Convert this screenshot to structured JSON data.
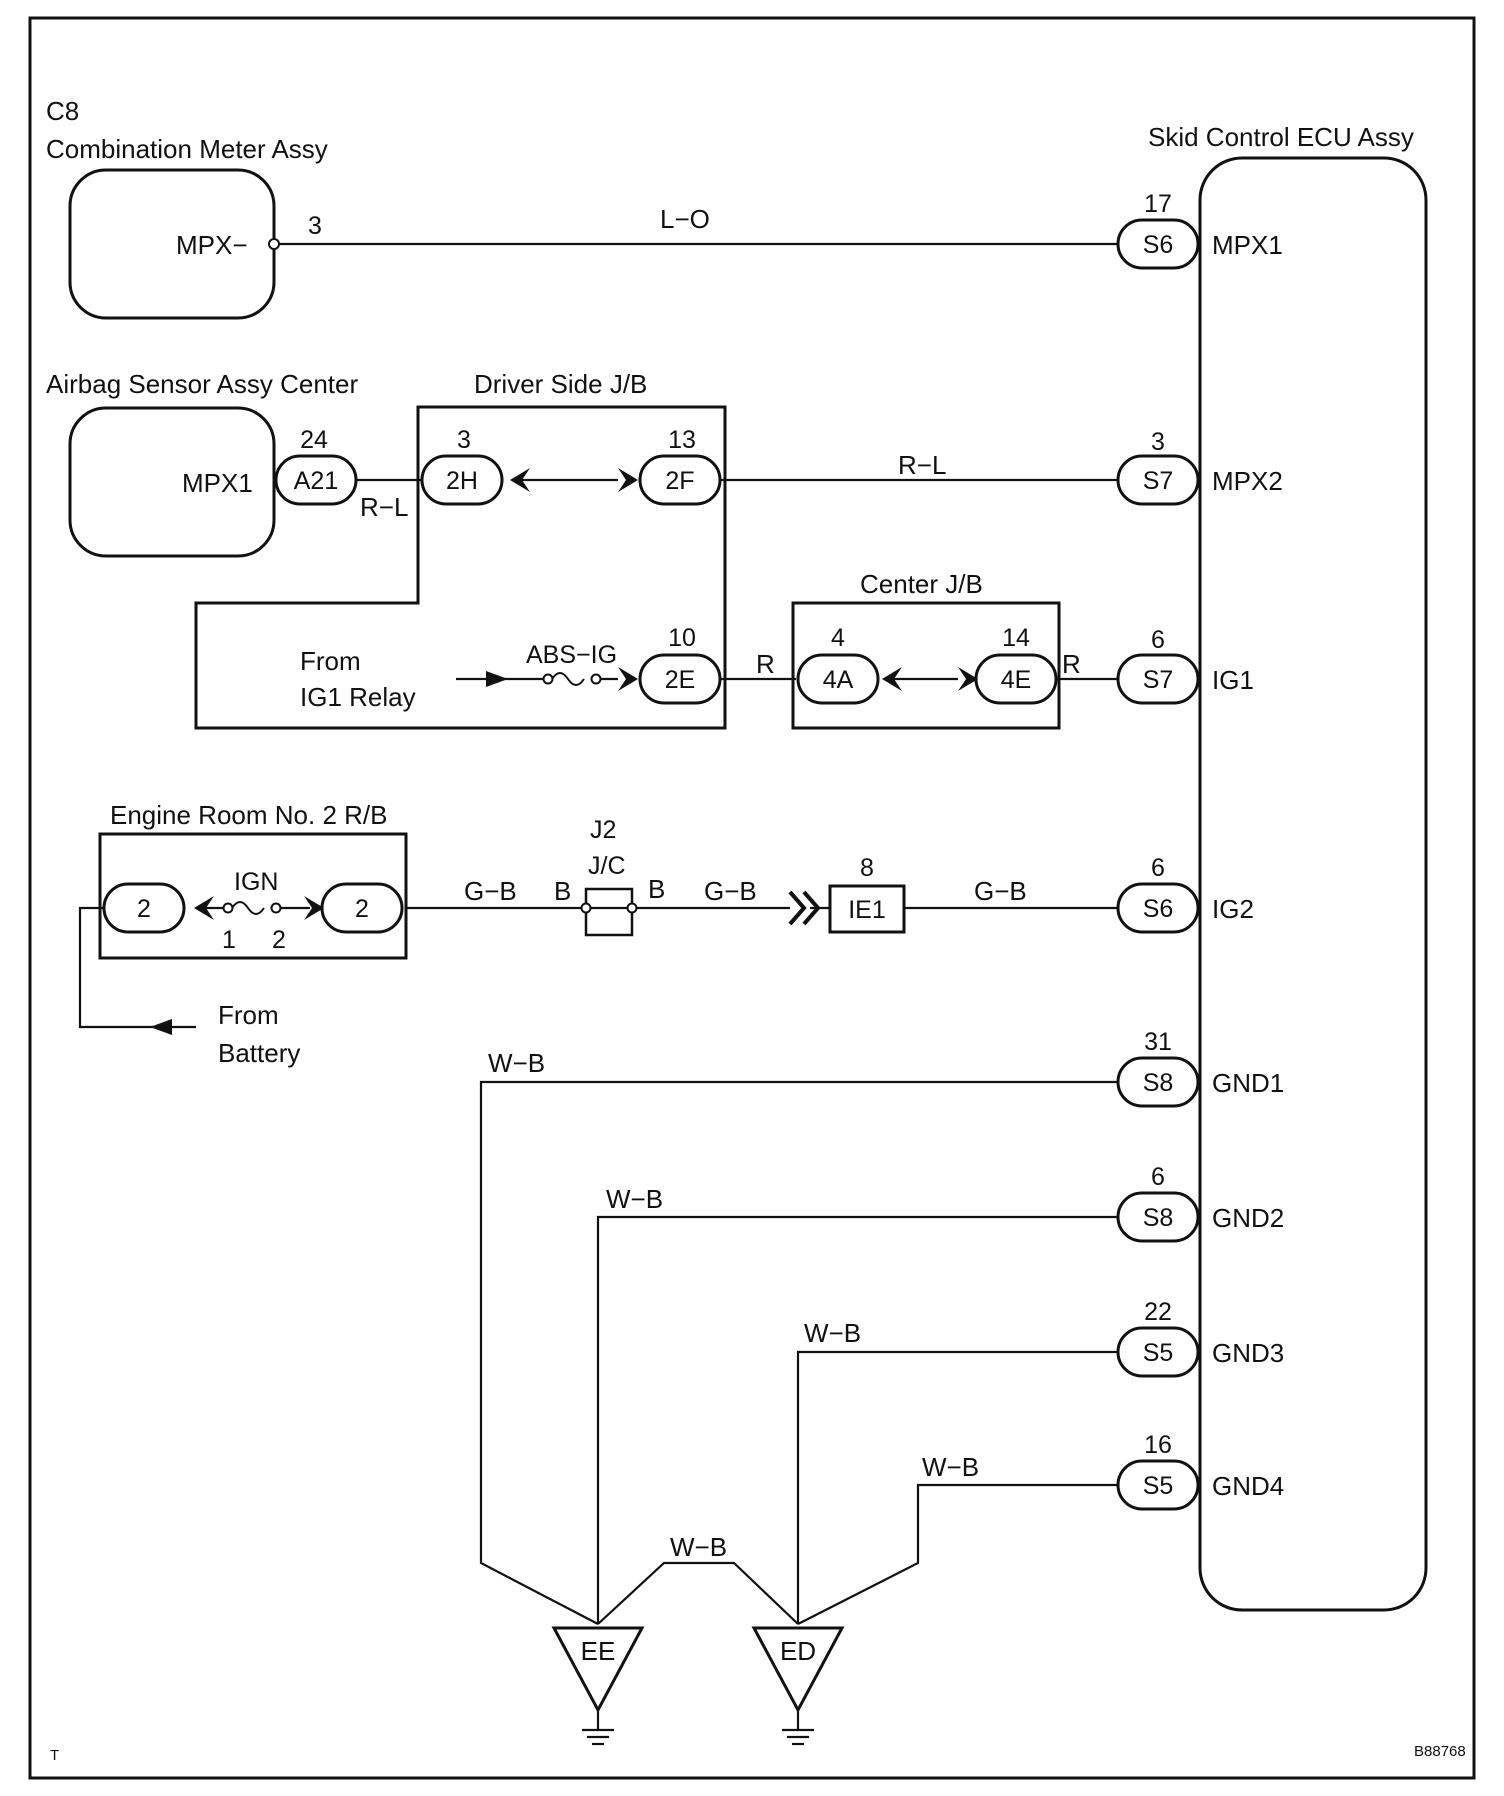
{
  "components": {
    "combination_meter": {
      "code": "C8",
      "name": "Combination Meter Assy",
      "terminal": "MPX−",
      "pin": "3"
    },
    "airbag_sensor": {
      "name": "Airbag Sensor Assy Center",
      "terminal": "MPX1"
    },
    "skid_control_ecu": {
      "name": "Skid Control ECU Assy"
    },
    "driver_jb": {
      "name": "Driver Side J/B"
    },
    "center_jb": {
      "name": "Center J/B"
    },
    "engine_rb": {
      "name": "Engine Room No. 2 R/B"
    },
    "jc": {
      "code": "J2",
      "name": "J/C"
    },
    "ground_ee": {
      "name": "EE"
    },
    "ground_ed": {
      "name": "ED"
    }
  },
  "connectors": {
    "s6_mpx1": {
      "label": "S6",
      "pin": "17",
      "terminal": "MPX1"
    },
    "s7_mpx2": {
      "label": "S7",
      "pin": "3",
      "terminal": "MPX2"
    },
    "s7_ig1": {
      "label": "S7",
      "pin": "6",
      "terminal": "IG1"
    },
    "s6_ig2": {
      "label": "S6",
      "pin": "6",
      "terminal": "IG2"
    },
    "s8_gnd1": {
      "label": "S8",
      "pin": "31",
      "terminal": "GND1"
    },
    "s8_gnd2": {
      "label": "S8",
      "pin": "6",
      "terminal": "GND2"
    },
    "s5_gnd3": {
      "label": "S5",
      "pin": "22",
      "terminal": "GND3"
    },
    "s5_gnd4": {
      "label": "S5",
      "pin": "16",
      "terminal": "GND4"
    },
    "a21": {
      "label": "A21",
      "pin": "24"
    },
    "c2h": {
      "label": "2H",
      "pin": "3"
    },
    "c2f": {
      "label": "2F",
      "pin": "13"
    },
    "c2e": {
      "label": "2E",
      "pin": "10"
    },
    "c4a": {
      "label": "4A",
      "pin": "4"
    },
    "c4e": {
      "label": "4E",
      "pin": "14"
    },
    "r2_left": {
      "label": "2"
    },
    "r2_right": {
      "label": "2"
    },
    "ie1": {
      "label": "IE1",
      "pin": "8"
    }
  },
  "fuses": {
    "abs_ig": {
      "label": "ABS−IG"
    },
    "ign": {
      "label": "IGN",
      "pin_left": "1",
      "pin_right": "2"
    }
  },
  "wires": {
    "lo": "L−O",
    "rl_a": "R−L",
    "rl_b": "R−L",
    "r_a": "R",
    "r_b": "R",
    "gb_a": "G−B",
    "gb_b": "G−B",
    "gb_c": "G−B",
    "b_a": "B",
    "b_b": "B",
    "wb_1": "W−B",
    "wb_2": "W−B",
    "wb_3": "W−B",
    "wb_4": "W−B",
    "wb_5": "W−B"
  },
  "sources": {
    "ig1_relay_line1": "From",
    "ig1_relay_line2": "IG1 Relay",
    "battery_line1": "From",
    "battery_line2": "Battery"
  },
  "footer": {
    "left": "T",
    "code": "B88768"
  }
}
